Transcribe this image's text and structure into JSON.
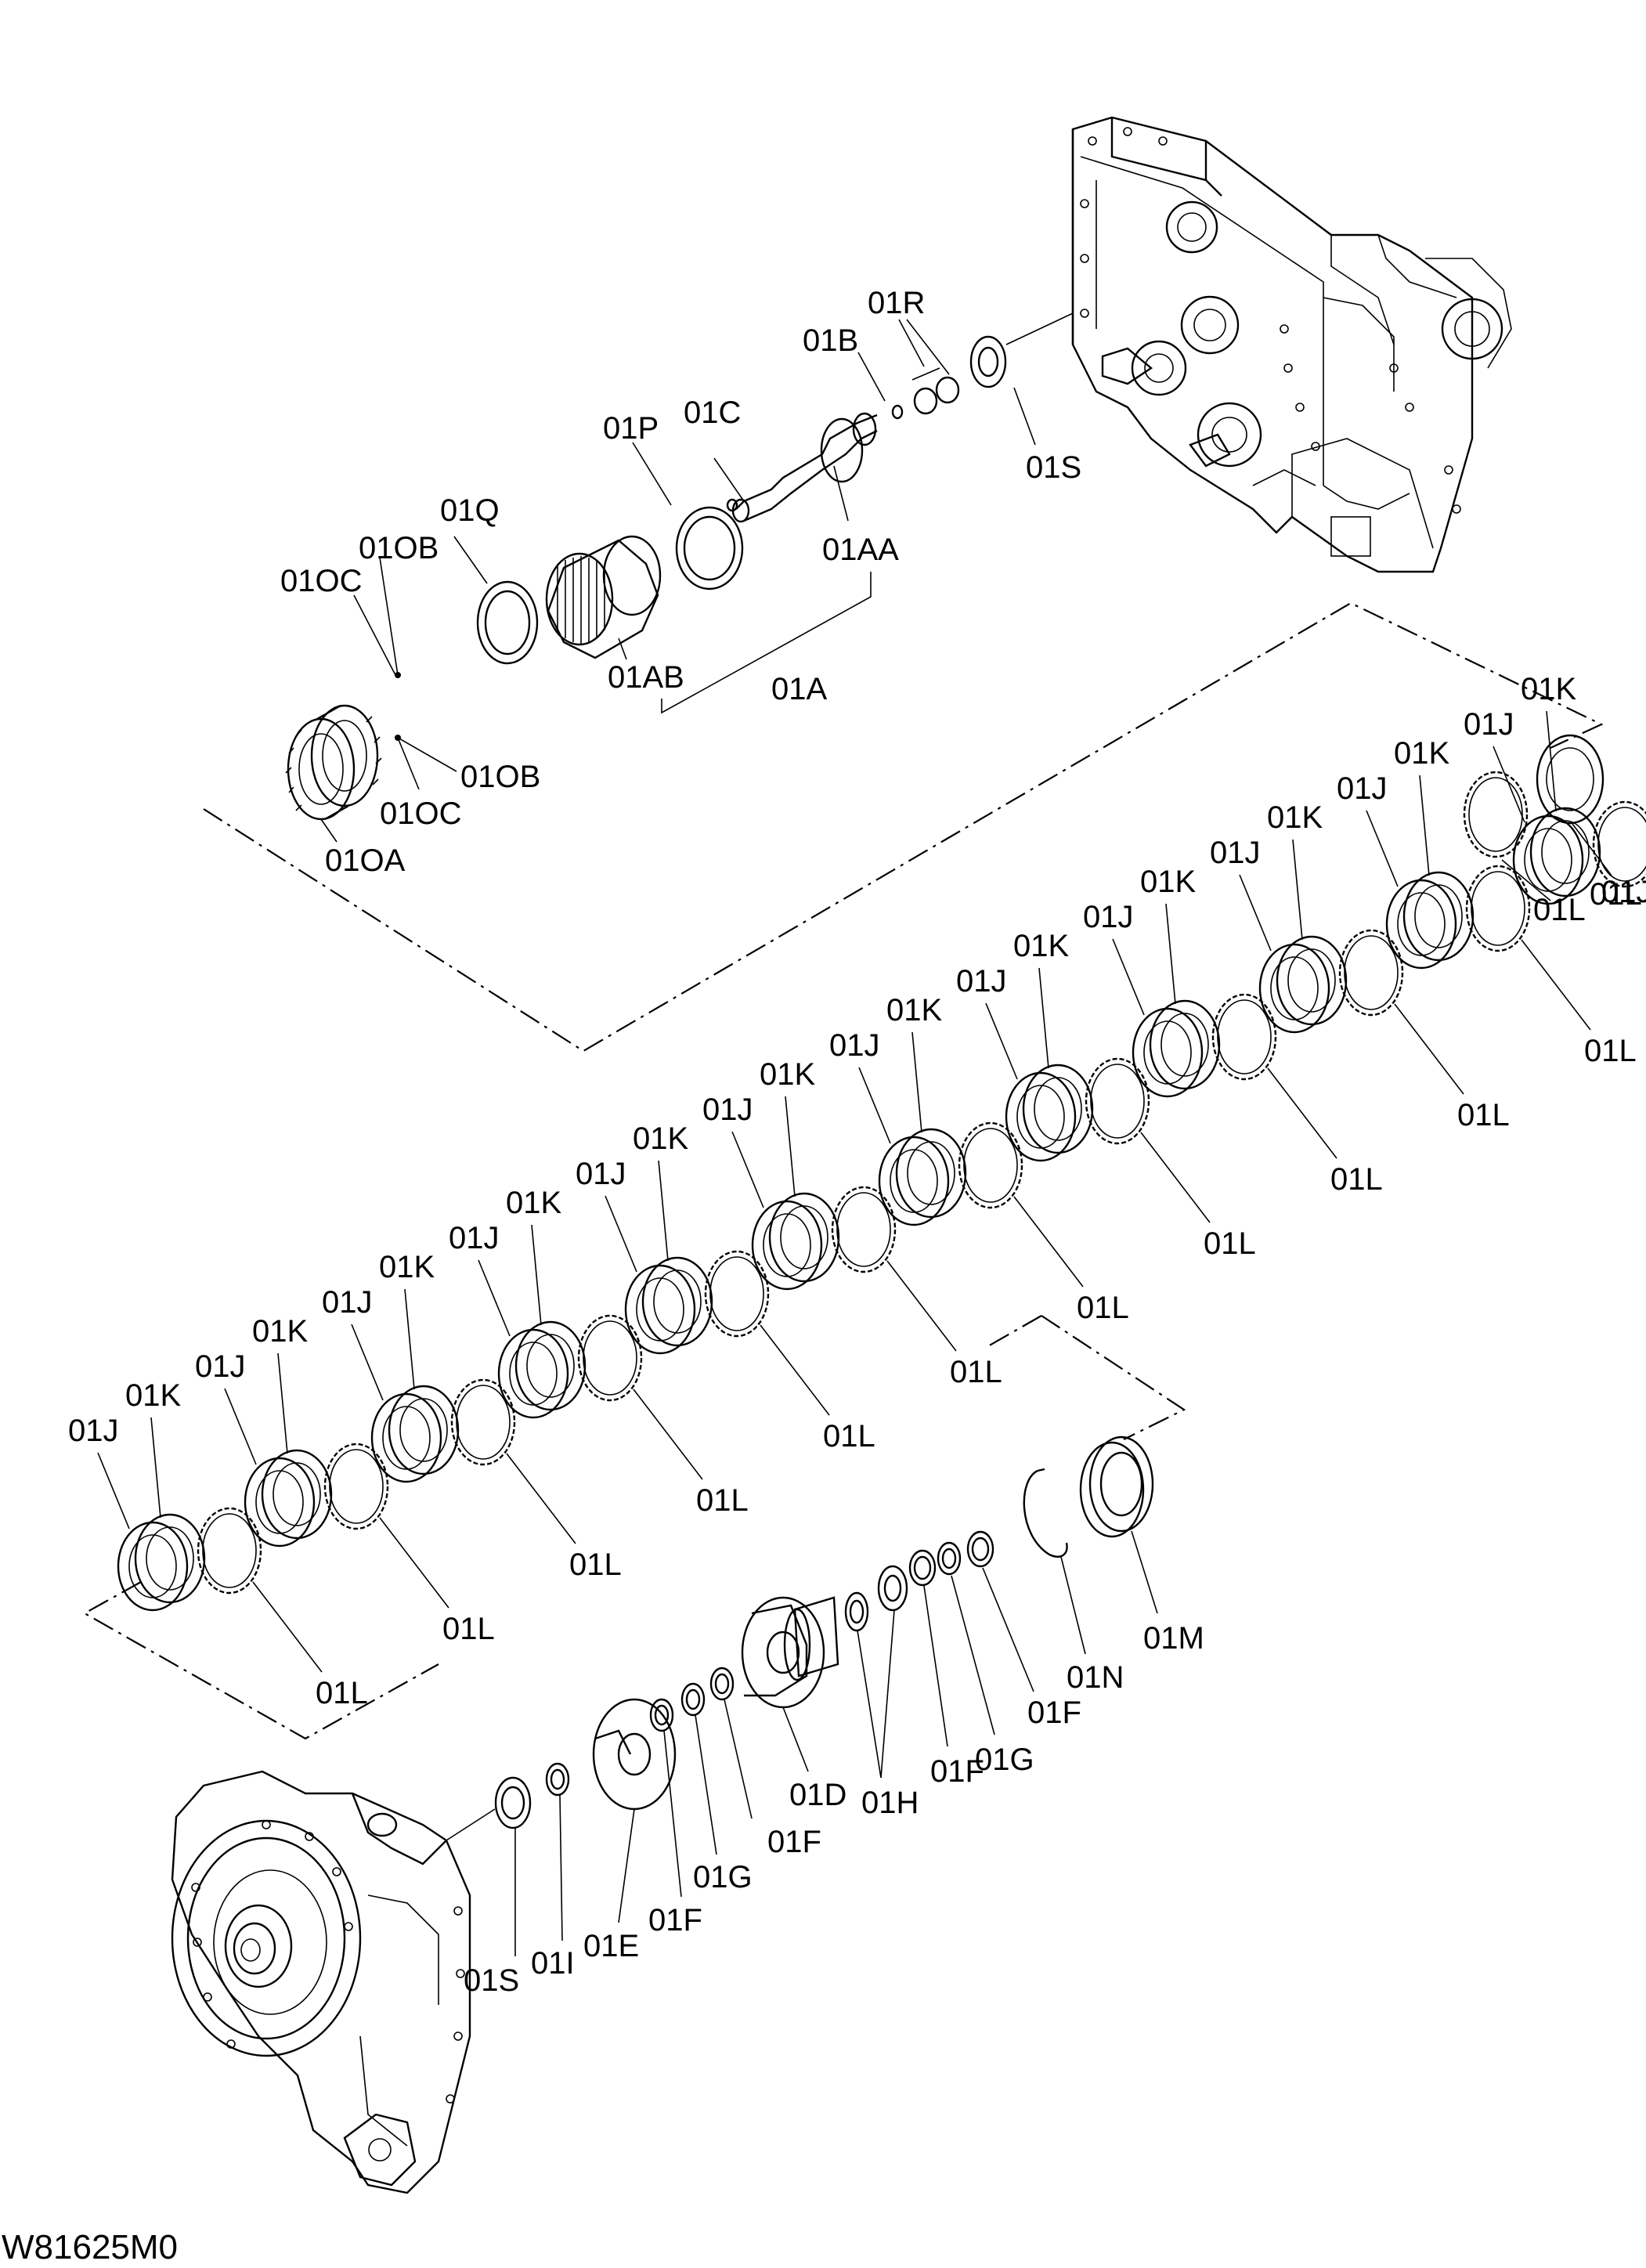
{
  "drawing_id": "W81625M0",
  "top_labels": {
    "l01R": "01R",
    "l01B": "01B",
    "l01P": "01P",
    "l01C": "01C",
    "l01S_top": "01S",
    "l01Q": "01Q",
    "l01OB_a": "01OB",
    "l01OC_a": "01OC",
    "l01AA": "01AA",
    "l01AB": "01AB",
    "l01A": "01A",
    "l01OB_b": "01OB",
    "l01OC_b": "01OC",
    "l01OA": "01OA"
  },
  "clutch_labels": {
    "j_right": "01J",
    "l_r1": "01L",
    "l_r2": "01L",
    "jk": [
      {
        "j": "01J",
        "k": "01K"
      },
      {
        "j": "01J",
        "k": "01K"
      },
      {
        "j": "01J",
        "k": "01K"
      },
      {
        "j": "01J",
        "k": "01K"
      },
      {
        "j": "01J",
        "k": "01K"
      },
      {
        "j": "01J",
        "k": "01K"
      },
      {
        "j": "01J",
        "k": "01K"
      },
      {
        "j": "01J",
        "k": "01K"
      },
      {
        "j": "01J",
        "k": "01K"
      },
      {
        "j": "01J",
        "k": "01K"
      },
      {
        "j": "01J",
        "k": "01K"
      },
      {
        "j": "01J",
        "k": "01K"
      }
    ],
    "l": [
      "01L",
      "01L",
      "01L",
      "01L",
      "01L",
      "01L",
      "01L",
      "01L",
      "01L",
      "01L",
      "01L",
      "01L"
    ]
  },
  "bottom_labels": {
    "l01M": "01M",
    "l01N": "01N",
    "l01F_a": "01F",
    "l01G_a": "01G",
    "l01F_b": "01F",
    "l01H": "01H",
    "l01D": "01D",
    "l01F_c": "01F",
    "l01G_b": "01G",
    "l01F_d": "01F",
    "l01E": "01E",
    "l01I": "01I",
    "l01S_bot": "01S"
  }
}
